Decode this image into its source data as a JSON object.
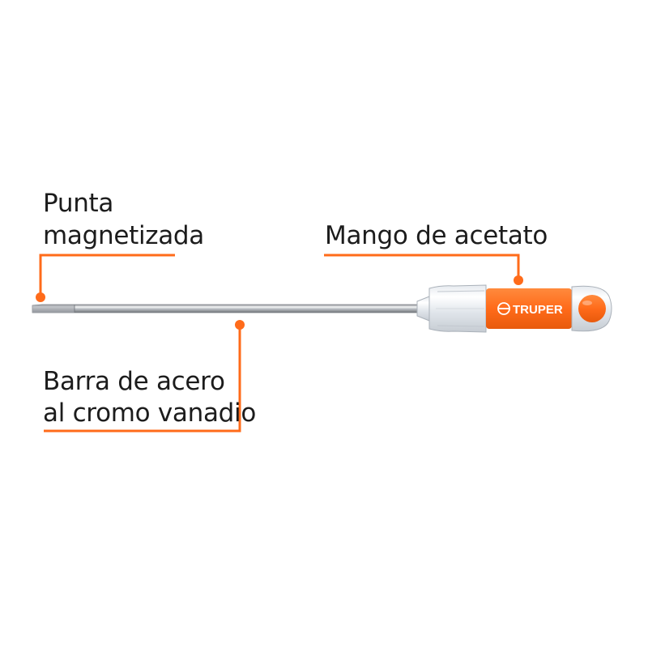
{
  "colors": {
    "accent": "#ff6b1a",
    "text": "#1c1c1c",
    "steel": "#c9ccd0"
  },
  "callouts": {
    "tip": {
      "line1": "Punta",
      "line2": "magnetizada"
    },
    "handle": {
      "text": "Mango de acetato"
    },
    "shaft": {
      "line1": "Barra de acero",
      "line2": "al cromo vanadio"
    }
  },
  "handle_brand": "TRUPER"
}
